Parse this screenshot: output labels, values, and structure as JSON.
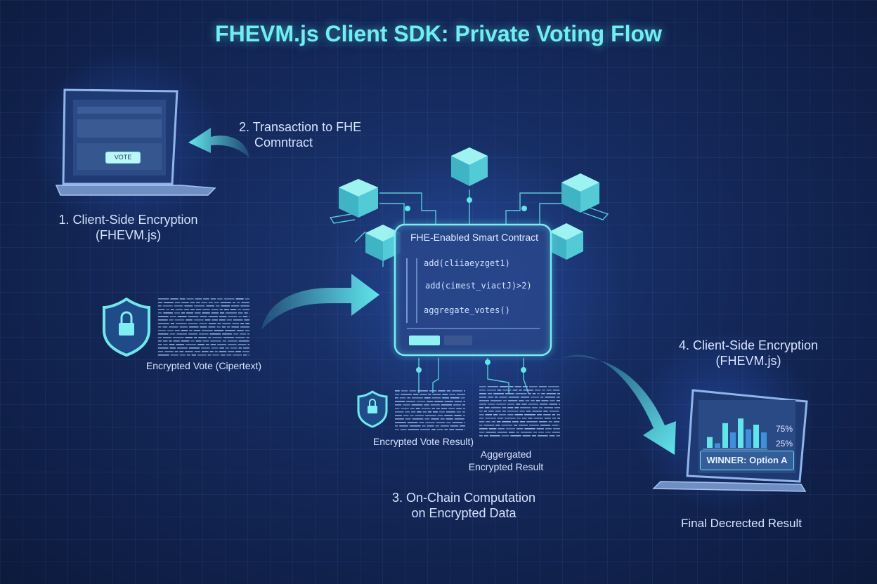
{
  "title": "FHEVM.js Client SDK: Private Voting Flow",
  "steps": {
    "step1_line1": "1. Client-Side Encryption",
    "step1_line2": "(FHEVM.js)",
    "step2_line1": "2. Transaction to FHE",
    "step2_line2": "Comntract",
    "step3_line1": "3. On-Chain Computation",
    "step3_line2": "on Encrypted Data",
    "step4_line1": "4. Client-Side Encryption",
    "step4_line2": "(FHEVM.js)"
  },
  "client": {
    "vote_button": "VOTE",
    "encrypted_vote": "Encrypted Vote (Cipertext)"
  },
  "contract": {
    "title": "FHE-Enabled Smart Contract",
    "code_lines": [
      "add(cliiaeyzget1)",
      "add(cimest_viactJ)>2)",
      "aggregate_votes()"
    ]
  },
  "results": {
    "encrypted_vote_result": "Encrypted Vote Result)",
    "aggregated_line1": "Aggergated",
    "aggregated_line2": "Encrypted Result",
    "final_label": "Final Decrected Result",
    "winner": "WINNER: Option A",
    "pct_a": "75%",
    "pct_b": "25%",
    "bars": [
      0.35,
      0.15,
      0.8,
      0.5,
      0.95,
      0.6,
      0.75,
      0.5
    ]
  },
  "colors": {
    "accent": "#5fe6ea",
    "cube": "#6fe8e6",
    "background": "#14285a"
  }
}
